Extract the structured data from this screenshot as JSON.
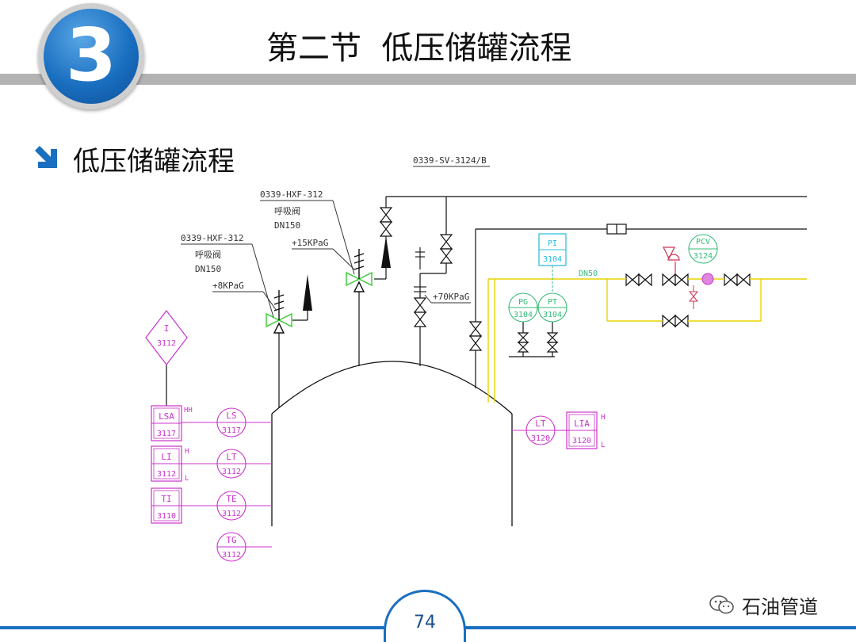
{
  "header": {
    "badge_number": "3",
    "title": "第二节  低压储罐流程",
    "accent_color": "#1a6fc0"
  },
  "section": {
    "heading": "低压储罐流程",
    "arrow_icon": "arrow-down-right-icon"
  },
  "diagram": {
    "line_labels": {
      "top_line": "0339-SV-3124/B",
      "process_line": "DN50"
    },
    "breather_valve_left": {
      "tag": "0339-HXF-312",
      "name": "呼吸阀",
      "size": "DN150",
      "setpoint": "+8KPaG"
    },
    "breather_valve_right": {
      "tag": "0339-HXF-312",
      "name": "呼吸阀",
      "size": "DN150",
      "setpoint": "+15KPaG"
    },
    "relief_setpoint": "+70KPaG",
    "instruments": {
      "i_3112": {
        "func": "I",
        "num": "3112"
      },
      "lsa_3117": {
        "func": "LSA",
        "num": "3117",
        "alarm": "HH"
      },
      "ls_3117": {
        "func": "LS",
        "num": "3117"
      },
      "li_3112": {
        "func": "LI",
        "num": "3112",
        "alarm_high": "H",
        "alarm_low": "L"
      },
      "lt_3112": {
        "func": "LT",
        "num": "3112"
      },
      "ti_3110": {
        "func": "TI",
        "num": "3110"
      },
      "te_3112": {
        "func": "TE",
        "num": "3112"
      },
      "tg_3112": {
        "func": "TG",
        "num": "3112"
      },
      "lt_3120": {
        "func": "LT",
        "num": "3120"
      },
      "lia_3120": {
        "func": "LIA",
        "num": "3120",
        "alarm_high": "H",
        "alarm_low": "L"
      },
      "pi_3104": {
        "func": "PI",
        "num": "3104"
      },
      "pg_3104": {
        "func": "PG",
        "num": "3104"
      },
      "pt_3104": {
        "func": "PT",
        "num": "3104"
      },
      "pcv_3124": {
        "func": "PCV",
        "num": "3124"
      }
    },
    "colors": {
      "instrument": "#cc33cc",
      "pressure": "#33bb77",
      "indicator": "#22bbdd",
      "process_line": "#e8d400",
      "valve_green": "#33cc33",
      "line": "#111111"
    }
  },
  "footer": {
    "page_number": "74",
    "watermark": "石油管道",
    "watermark_icon": "wechat-icon"
  }
}
